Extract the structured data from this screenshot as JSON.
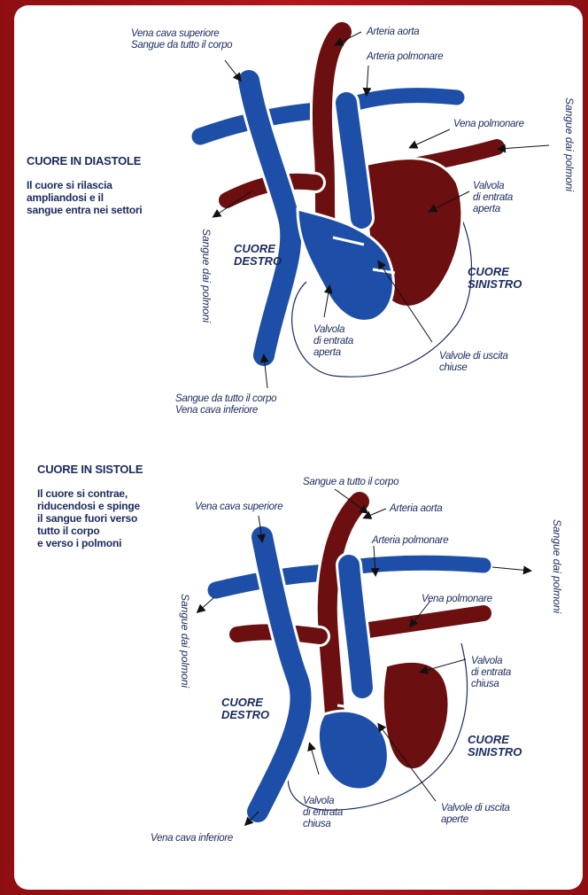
{
  "diastole": {
    "title": "CUORE IN DIASTOLE",
    "description": [
      "Il cuore si rilascia",
      "ampliandosi e il",
      "sangue entra nei settori"
    ],
    "labels": {
      "vena_cava_superiore": "Vena cava superiore",
      "sangue_da_tutto_corpo_top": "Sangue da tutto il corpo",
      "arteria_aorta": "Arteria aorta",
      "arteria_polmonare": "Arteria polmonare",
      "vena_polmonare": "Vena polmonare",
      "sangue_dai_polmoni_right": "Sangue dai polmoni",
      "sangue_dai_polmoni_left": "Sangue dai polmoni",
      "valvola_entrata_aperta_right": [
        "Valvola",
        "di entrata",
        "aperta"
      ],
      "cuore_destro": [
        "CUORE",
        "DESTRO"
      ],
      "cuore_sinistro": [
        "CUORE",
        "SINISTRO"
      ],
      "valvola_entrata_aperta_bottom": [
        "Valvola",
        "di entrata",
        "aperta"
      ],
      "valvole_uscita_chiuse": [
        "Valvole di uscita",
        "chiuse"
      ],
      "sangue_da_tutto_corpo_bottom": "Sangue da tutto il corpo",
      "vena_cava_inferiore": "Vena cava inferiore"
    }
  },
  "sistole": {
    "title": "CUORE IN SISTOLE",
    "description": [
      "Il cuore si contrae,",
      "riducendosi e spinge",
      "il sangue fuori verso",
      "tutto il corpo",
      "e verso i polmoni"
    ],
    "labels": {
      "sangue_a_tutto_corpo": "Sangue a tutto il corpo",
      "vena_cava_superiore": "Vena cava superiore",
      "arteria_aorta": "Arteria aorta",
      "arteria_polmonare": "Arteria polmonare",
      "sangue_dai_polmoni_right": "Sangue dai polmoni",
      "sangue_dai_polmoni_left": "Sangue dai polmoni",
      "vena_polmonare": "Vena polmonare",
      "valvola_entrata_chiusa_right": [
        "Valvola",
        "di entrata",
        "chiusa"
      ],
      "cuore_destro": [
        "CUORE",
        "DESTRO"
      ],
      "cuore_sinistro": [
        "CUORE",
        "SINISTRO"
      ],
      "valvola_entrata_chiusa_bottom": [
        "Valvola",
        "di entrata",
        "chiusa"
      ],
      "valvole_uscita_aperte": [
        "Valvole di uscita",
        "aperte"
      ],
      "vena_cava_inferiore": "Vena cava inferiore"
    }
  },
  "colors": {
    "frame": "#a81216",
    "venous_blue": "#1e4fa8",
    "arterial_red": "#6b0f10",
    "text": "#1a2a5e",
    "arrow": "#111111"
  }
}
